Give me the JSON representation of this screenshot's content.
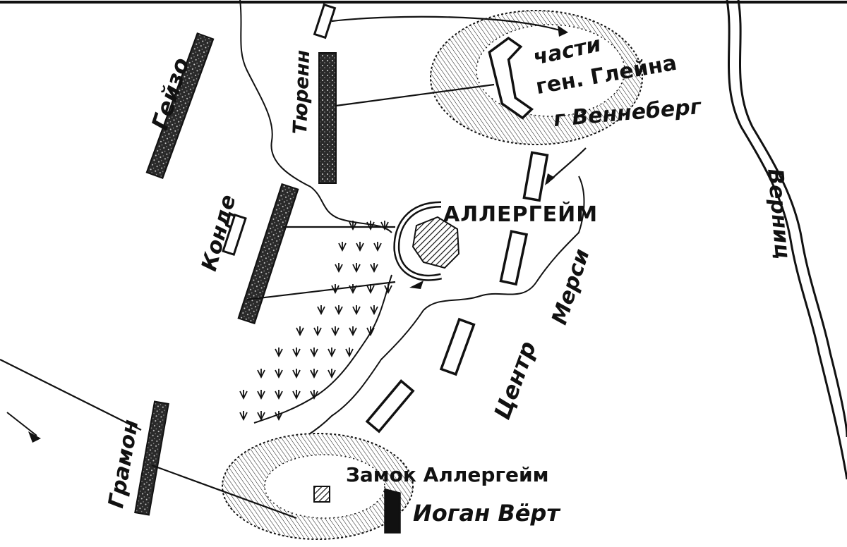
{
  "map": {
    "labels": {
      "geizo": "Гейзо",
      "turenne": "Тюренн",
      "conde": "Конде",
      "gramont": "Грамон",
      "gleen_parts_1": "части",
      "gleen_parts_2": "ген. Глейна",
      "wenneberg": "г Веннеберг",
      "allerheim": "АЛЛЕРГЕЙМ",
      "mercy": "Мерси",
      "center": "Центр",
      "castle": "Замок Аллергейм",
      "werth": "Иоган Вёрт",
      "river": "Верниц"
    },
    "colors": {
      "ink": "#111111",
      "paper": "#ffffff"
    }
  }
}
